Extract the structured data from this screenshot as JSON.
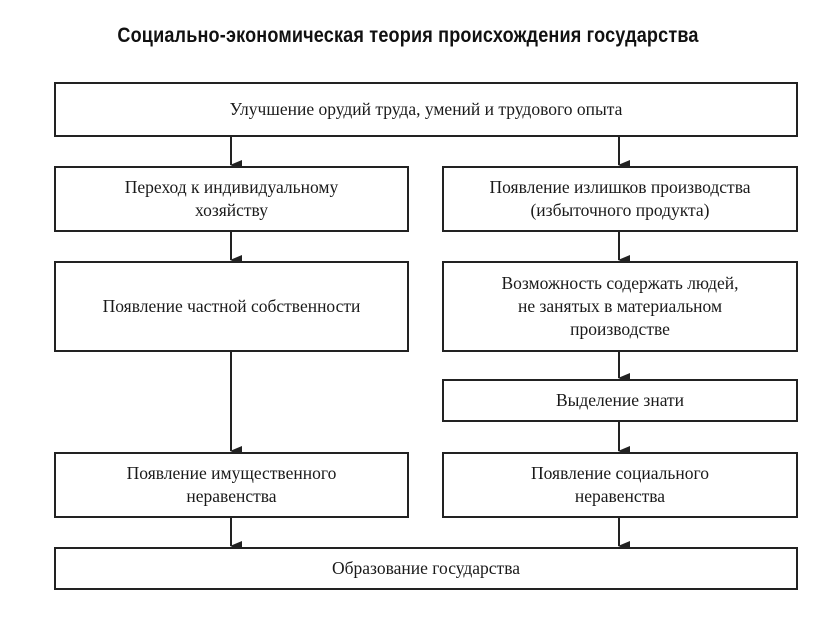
{
  "title": "Социально-экономическая теория происхождения государства",
  "boxes": {
    "top": "Улучшение орудий труда, умений и трудового опыта",
    "left_1": "Переход к индивидуальному\nхозяйству",
    "left_2": "Появление частной собственности",
    "left_3": "Появление имущественного\nнеравенства",
    "right_1": "Появление излишков производства\n(избыточного продукта)",
    "right_2": "Возможность содержать людей,\nне занятых в материальном\nпроизводстве",
    "right_3": "Выделение знати",
    "right_4": "Появление социального\nнеравенства",
    "bottom": "Образование государства"
  }
}
